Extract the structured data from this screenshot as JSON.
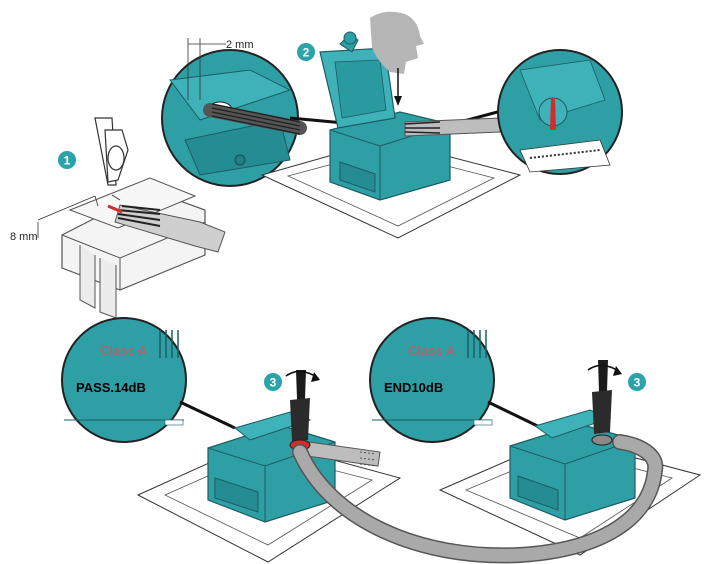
{
  "steps": {
    "step1": "1",
    "step2": "2",
    "step3_left": "3",
    "step3_right": "3"
  },
  "dimensions": {
    "strip_gap": "2 mm",
    "strip_length": "8 mm"
  },
  "labels": {
    "left_class": "Class A",
    "left_value": "PASS.14dB",
    "right_class": "Class A",
    "right_value": "END10dB"
  },
  "colors": {
    "teal": "#2f9fa6",
    "teal_dark": "#1f7f86",
    "step_badge": "#2aa3ab",
    "cable_gray": "#a9a9a9",
    "head_gray": "#b5b5b5",
    "red_mark": "#d42b2b"
  }
}
